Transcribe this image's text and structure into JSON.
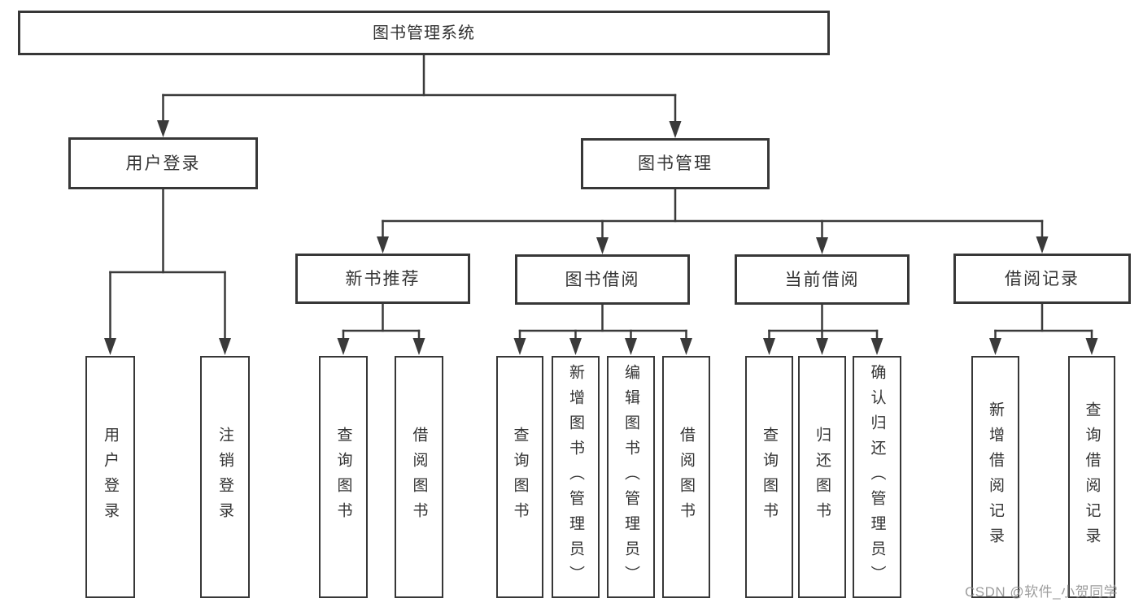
{
  "tree": {
    "root": {
      "label": "图书管理系统",
      "children": [
        {
          "label": "用户登录",
          "children": [
            {
              "label": "用户登录"
            },
            {
              "label": "注销登录"
            }
          ]
        },
        {
          "label": "图书管理",
          "children": [
            {
              "label": "新书推荐",
              "children": [
                {
                  "label": "查询图书"
                },
                {
                  "label": "借阅图书"
                }
              ]
            },
            {
              "label": "图书借阅",
              "children": [
                {
                  "label": "查询图书"
                },
                {
                  "label": "新增图书（管理员）"
                },
                {
                  "label": "编辑图书（管理员）"
                },
                {
                  "label": "借阅图书"
                }
              ]
            },
            {
              "label": "当前借阅",
              "children": [
                {
                  "label": "查询图书"
                },
                {
                  "label": "归还图书"
                },
                {
                  "label": "确认归还（管理员）"
                }
              ]
            },
            {
              "label": "借阅记录",
              "children": [
                {
                  "label": "新增借阅记录"
                },
                {
                  "label": "查询借阅记录"
                }
              ]
            }
          ]
        }
      ]
    }
  },
  "watermark": "CSDN @软件_小贺同学",
  "colors": {
    "box_border": "#373737",
    "connector_line": "#3a3a3a",
    "text": "#333333",
    "background": "#ffffff",
    "watermark_text": "#8f8f8f"
  }
}
